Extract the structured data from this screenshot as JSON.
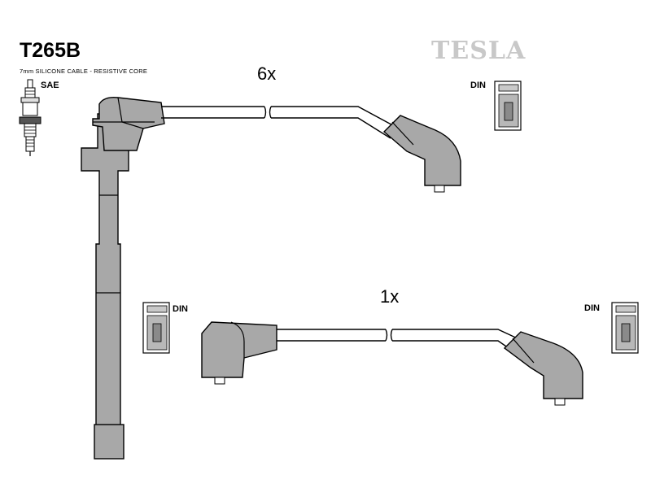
{
  "header": {
    "part_code": "T265B",
    "description": "7mm SILICONE CABLE - RESISTIVE CORE",
    "brand": "TESLA"
  },
  "connectors": {
    "sae_label": "SAE",
    "din_label": "DIN"
  },
  "cables": [
    {
      "quantity": "6x"
    },
    {
      "quantity": "1x"
    }
  ]
}
